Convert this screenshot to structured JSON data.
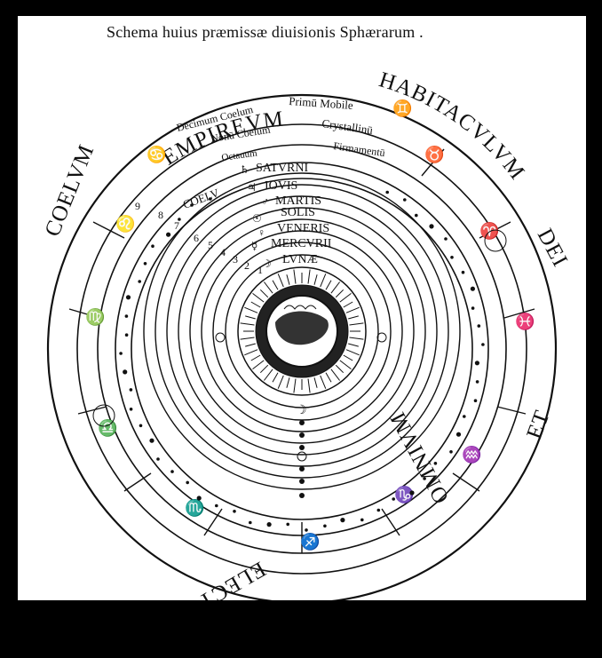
{
  "caption": "Schema huius præmissæ diuisionis Sphærarum .",
  "outer_words": {
    "empireum": "EMPIREVM",
    "habitaculum": "HABITACVLVM",
    "dei": "DEI",
    "et": "ET",
    "omnium": "OMNIVM",
    "electorum": "ELECTORVM",
    "coelum": "COELVM"
  },
  "spheres": {
    "decimum": "Decimum Coelum",
    "primum_mobile": "Primū Mobile",
    "nonum": "Nonū Coelum",
    "crystallinum": "Crystallinū",
    "octauum": "Octauum",
    "firmamentum": "Firmamentū",
    "saturni": "SATVRNI",
    "coelu": "COELV",
    "iouis": "IOVIS",
    "martis": "MARTIS",
    "solis": "SOLIS",
    "veneris": "VENERIS",
    "mercurii": "MERCVRII",
    "lunae": "LVNÆ"
  },
  "numerals": [
    "1",
    "2",
    "3",
    "4",
    "5",
    "6",
    "7",
    "8",
    "9"
  ],
  "zodiac_symbols": [
    "♈",
    "♉",
    "♊",
    "♋",
    "♌",
    "♍",
    "♎",
    "♏",
    "♐",
    "♑",
    "♒",
    "♓"
  ],
  "planet_symbols": {
    "saturn": "♄",
    "jupiter": "♃",
    "mars": "♂",
    "sun": "☉",
    "venus": "♀",
    "mercury": "☿",
    "moon": "☽"
  }
}
